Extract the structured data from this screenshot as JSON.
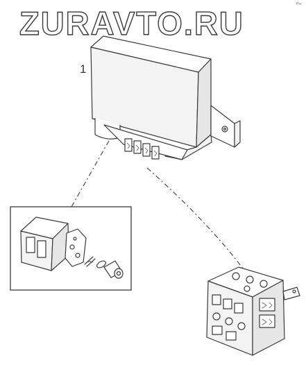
{
  "watermark": {
    "text": "ZURAVTO.RU"
  },
  "callouts": {
    "relay_number": "1"
  },
  "corner_mark": {
    "text": "Pre"
  },
  "colors": {
    "line": "#3a3a3a",
    "background": "#ffffff"
  }
}
